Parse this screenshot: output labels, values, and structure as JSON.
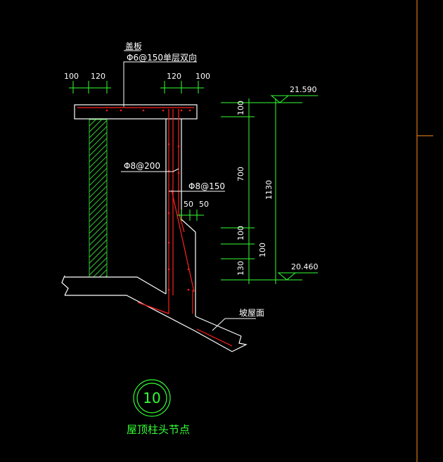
{
  "colors": {
    "background": "#000000",
    "concrete": "#ffffff",
    "rebar": "#ff2020",
    "dimension": "#33ff33",
    "hatch": "#33cc33",
    "text": "#ffffff",
    "frame": "#ff8c1a"
  },
  "annotations": {
    "cover_plate": "盖板",
    "cover_rebar": "Φ6@150单层双向",
    "stirrup_rebar": "Φ8@200",
    "vertical_rebar": "Φ8@150",
    "roof_slab": "坡屋面"
  },
  "dimensions": {
    "top_left_a": "100",
    "top_left_b": "120",
    "top_right_a": "120",
    "top_right_b": "100",
    "offset_a": "50",
    "offset_b": "50",
    "v1": "100",
    "v2": "700",
    "v3": "100",
    "v4": "100",
    "v5": "130",
    "total": "1130"
  },
  "elevations": {
    "top": "21.590",
    "bottom": "20.460"
  },
  "detail": {
    "number": "10",
    "title": "屋顶柱头节点"
  }
}
